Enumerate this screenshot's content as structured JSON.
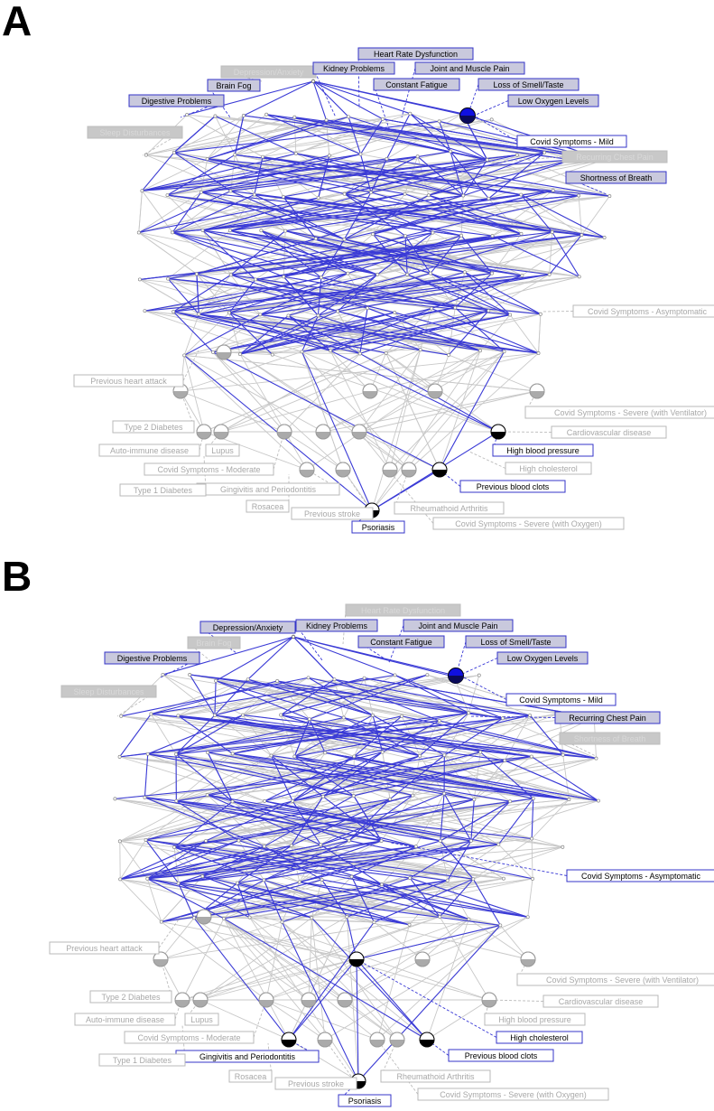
{
  "panels": [
    {
      "letter": "A",
      "labels": [
        {
          "text": "Heart Rate Dysfunction",
          "style": "hi"
        },
        {
          "text": "Depression/Anxiety",
          "style": "muted-filled"
        },
        {
          "text": "Kidney Problems",
          "style": "hi"
        },
        {
          "text": "Joint and Muscle Pain",
          "style": "hi"
        },
        {
          "text": "Brain Fog",
          "style": "hi"
        },
        {
          "text": "Constant Fatigue",
          "style": "hi"
        },
        {
          "text": "Loss of Smell/Taste",
          "style": "hi"
        },
        {
          "text": "Digestive Problems",
          "style": "hi"
        },
        {
          "text": "Low Oxygen Levels",
          "style": "hi"
        },
        {
          "text": "Sleep Disturbances",
          "style": "muted-filled"
        },
        {
          "text": "Covid Symptoms - Mild",
          "style": "hi-open"
        },
        {
          "text": "Recurring Chest Pain",
          "style": "muted-filled"
        },
        {
          "text": "Shortness of Breath",
          "style": "hi"
        },
        {
          "text": "Covid Symptoms - Asymptomatic",
          "style": "muted-open"
        },
        {
          "text": "Previous heart attack",
          "style": "muted-open"
        },
        {
          "text": "Covid Symptoms - Severe  (with Ventilator)",
          "style": "muted-open"
        },
        {
          "text": "Type 2 Diabetes",
          "style": "muted-open"
        },
        {
          "text": "Cardiovascular disease",
          "style": "muted-open"
        },
        {
          "text": "Auto-immune disease",
          "style": "muted-open"
        },
        {
          "text": "High blood pressure",
          "style": "hi-open"
        },
        {
          "text": "Lupus",
          "style": "muted-open"
        },
        {
          "text": "Covid Symptoms - Moderate",
          "style": "muted-open"
        },
        {
          "text": "High cholesterol",
          "style": "muted-open"
        },
        {
          "text": "Gingivitis and Periodontitis",
          "style": "muted-open"
        },
        {
          "text": "Type 1  Diabetes",
          "style": "muted-open"
        },
        {
          "text": "Previous blood clots",
          "style": "hi-open"
        },
        {
          "text": "Rosacea",
          "style": "muted-open"
        },
        {
          "text": "Previous stroke",
          "style": "muted-open"
        },
        {
          "text": "Rheumathoid Arthritis",
          "style": "muted-open"
        },
        {
          "text": "Covid Symptoms - Severe  (with Oxygen)",
          "style": "muted-open"
        },
        {
          "text": "Psoriasis",
          "style": "hi-open"
        }
      ]
    },
    {
      "letter": "B",
      "labels": [
        {
          "text": "Heart Rate Dysfunction",
          "style": "muted-filled"
        },
        {
          "text": "Depression/Anxiety",
          "style": "hi"
        },
        {
          "text": "Kidney Problems",
          "style": "hi"
        },
        {
          "text": "Joint and Muscle Pain",
          "style": "hi"
        },
        {
          "text": "Brain Fog",
          "style": "muted-filled"
        },
        {
          "text": "Constant Fatigue",
          "style": "hi"
        },
        {
          "text": "Loss of Smell/Taste",
          "style": "hi"
        },
        {
          "text": "Digestive Problems",
          "style": "hi"
        },
        {
          "text": "Low Oxygen Levels",
          "style": "hi"
        },
        {
          "text": "Sleep Disturbances",
          "style": "muted-filled"
        },
        {
          "text": "Covid Symptoms - Mild",
          "style": "hi-open"
        },
        {
          "text": "Recurring Chest Pain",
          "style": "hi"
        },
        {
          "text": "Shortness of Breath",
          "style": "muted-filled"
        },
        {
          "text": "Covid Symptoms - Asymptomatic",
          "style": "hi-open"
        },
        {
          "text": "Previous heart attack",
          "style": "muted-open"
        },
        {
          "text": "Covid Symptoms - Severe  (with Ventilator)",
          "style": "muted-open"
        },
        {
          "text": "Type 2 Diabetes",
          "style": "muted-open"
        },
        {
          "text": "Cardiovascular disease",
          "style": "muted-open"
        },
        {
          "text": "Auto-immune disease",
          "style": "muted-open"
        },
        {
          "text": "High blood pressure",
          "style": "muted-open"
        },
        {
          "text": "Lupus",
          "style": "muted-open"
        },
        {
          "text": "Covid Symptoms - Moderate",
          "style": "muted-open"
        },
        {
          "text": "High cholesterol",
          "style": "hi-open"
        },
        {
          "text": "Gingivitis and Periodontitis",
          "style": "hi-open"
        },
        {
          "text": "Type 1  Diabetes",
          "style": "muted-open"
        },
        {
          "text": "Previous blood clots",
          "style": "hi-open"
        },
        {
          "text": "Rosacea",
          "style": "muted-open"
        },
        {
          "text": "Previous stroke",
          "style": "muted-open"
        },
        {
          "text": "Rheumathoid Arthritis",
          "style": "muted-open"
        },
        {
          "text": "Covid Symptoms - Severe  (with Oxygen)",
          "style": "muted-open"
        },
        {
          "text": "Psoriasis",
          "style": "hi-open"
        }
      ]
    }
  ],
  "colors": {
    "highlight_edge": "#3a3ad6",
    "muted_edge": "#c8c8c8",
    "highlight_label_bg": "#c9c9dd",
    "highlight_label_border": "#3434c8",
    "muted_label_bg": "#c8c8c8",
    "muted_label_text": "#d9d9d9",
    "muted_open_text": "#a8a8a8",
    "node_blue": "#1010e0"
  }
}
